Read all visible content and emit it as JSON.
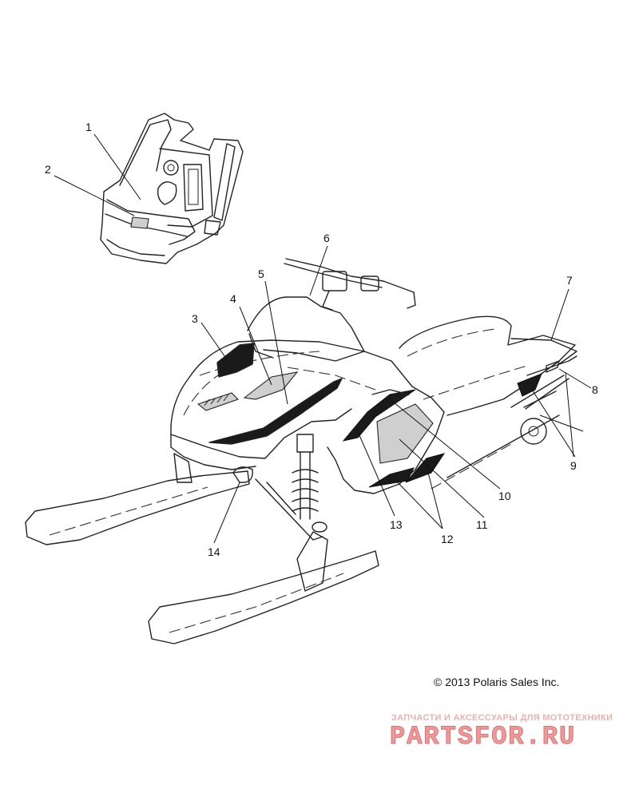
{
  "diagram": {
    "callouts": [
      "1",
      "2",
      "3",
      "4",
      "5",
      "6",
      "7",
      "8",
      "9",
      "10",
      "11",
      "12",
      "13",
      "14"
    ],
    "copyright": "© 2013 Polaris Sales Inc.",
    "watermark": {
      "tagline": "ЗАПЧАСТИ И АКСЕССУАРЫ ДЛЯ МОТОТЕХНИКИ",
      "logo": "PARTSFOR.RU"
    }
  }
}
